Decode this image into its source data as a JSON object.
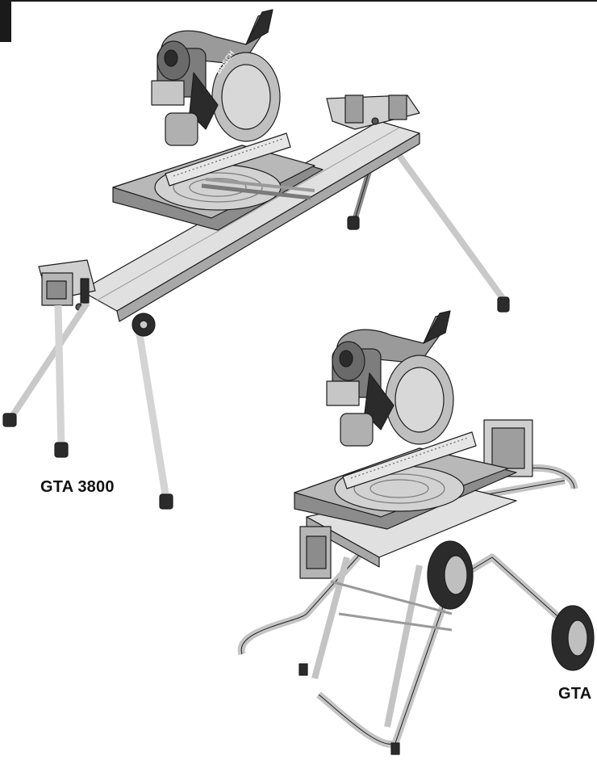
{
  "figures": {
    "stand_left": {
      "label": "GTA 3800",
      "icon": "miter-saw-on-folding-leg-stand-illustration"
    },
    "stand_right": {
      "label": "GTA",
      "icon": "miter-saw-on-wheeled-stand-illustration"
    },
    "saw_brand_mark": "BOSCH"
  },
  "colors": {
    "metal_light": "#d9d9d9",
    "metal_mid": "#a8a8a8",
    "metal_dark": "#6e6e6e",
    "rubber": "#2b2b2b",
    "outline": "#1e1e1e"
  }
}
